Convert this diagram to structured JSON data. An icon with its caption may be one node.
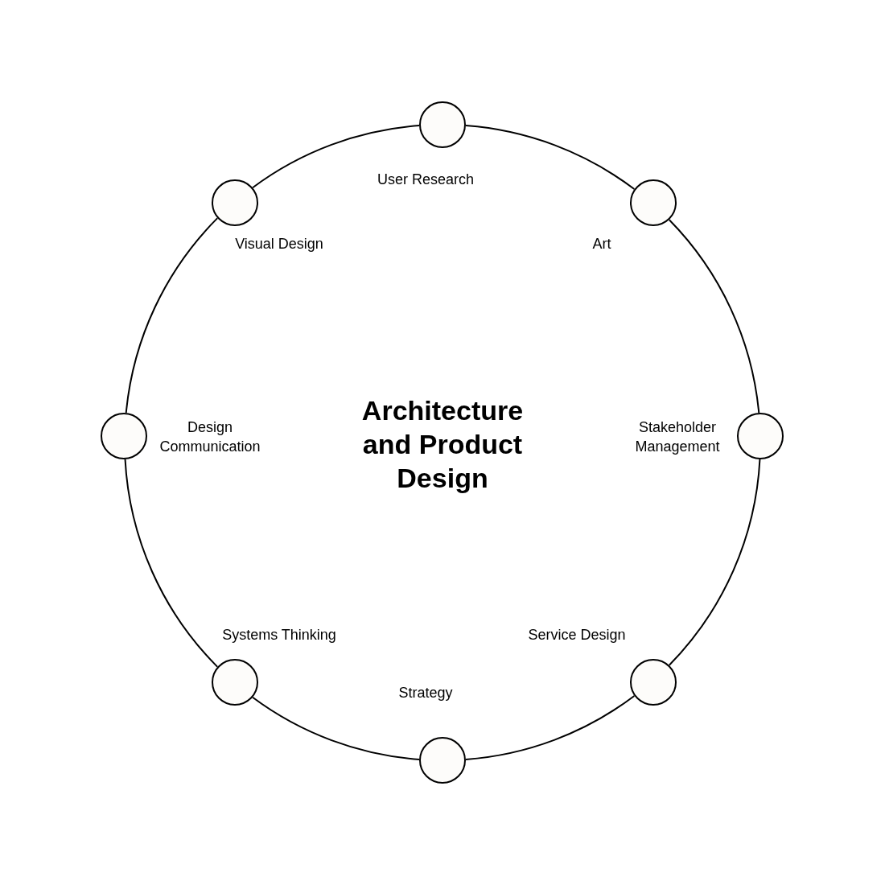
{
  "diagram": {
    "title": "Architecture and Product Design",
    "nodes": [
      {
        "text": [],
        "shape": "circle",
        "beside": [
          "User Research"
        ]
      },
      {
        "text": [],
        "shape": "circle",
        "beside": [
          "Art"
        ]
      },
      {
        "text": [],
        "shape": "circle",
        "beside": [
          "Stakeholder Management"
        ]
      },
      {
        "text": [],
        "shape": "circle",
        "beside": [
          "Service Design"
        ]
      },
      {
        "text": [],
        "shape": "circle",
        "beside": [
          "Strategy"
        ]
      },
      {
        "text": [],
        "shape": "circle",
        "beside": [
          "Systems Thinking"
        ]
      },
      {
        "text": [],
        "shape": "circle",
        "beside": [
          "Design Communication"
        ]
      },
      {
        "text": [],
        "shape": "circle",
        "beside": [
          "Visual Design"
        ]
      }
    ],
    "edges": [
      {
        "from": 0,
        "to": 1,
        "arrow": "none"
      },
      {
        "from": 1,
        "to": 2,
        "arrow": "none"
      },
      {
        "from": 2,
        "to": 3,
        "arrow": "none"
      },
      {
        "from": 3,
        "to": 4,
        "arrow": "none"
      },
      {
        "from": 4,
        "to": 5,
        "arrow": "none"
      },
      {
        "from": 5,
        "to": 6,
        "arrow": "none"
      },
      {
        "from": 6,
        "to": 7,
        "arrow": "none"
      },
      {
        "from": 7,
        "to": 0,
        "arrow": "none"
      }
    ]
  }
}
